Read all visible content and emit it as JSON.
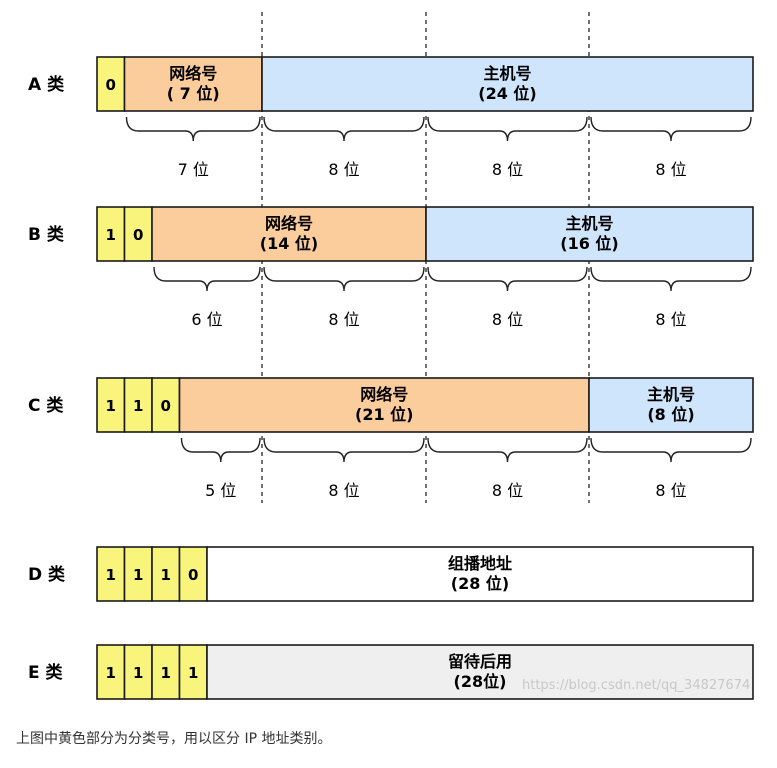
{
  "colors": {
    "class_bits": "#f9f57c",
    "network": "#fbcd9c",
    "host": "#cfe5fb",
    "multicast": "#ffffff",
    "reserved": "#efefef",
    "border": "#1a1a1a"
  },
  "classes": [
    {
      "label": "A 类",
      "bits": [
        "0"
      ],
      "segments": [
        {
          "kind": "network",
          "title": "网络号",
          "detail": "( 7 位)"
        },
        {
          "kind": "host",
          "title": "主机号",
          "detail": "(24 位)"
        }
      ],
      "braces": [
        "7 位",
        "8 位",
        "8 位",
        "8 位"
      ]
    },
    {
      "label": "B 类",
      "bits": [
        "1",
        "0"
      ],
      "segments": [
        {
          "kind": "network",
          "title": "网络号",
          "detail": "(14 位)"
        },
        {
          "kind": "host",
          "title": "主机号",
          "detail": "(16 位)"
        }
      ],
      "braces": [
        "6 位",
        "8 位",
        "8 位",
        "8 位"
      ]
    },
    {
      "label": "C 类",
      "bits": [
        "1",
        "1",
        "0"
      ],
      "segments": [
        {
          "kind": "network",
          "title": "网络号",
          "detail": "(21 位)"
        },
        {
          "kind": "host",
          "title": "主机号",
          "detail": "(8 位)"
        }
      ],
      "braces": [
        "5 位",
        "8 位",
        "8 位",
        "8 位"
      ]
    },
    {
      "label": "D 类",
      "bits": [
        "1",
        "1",
        "1",
        "0"
      ],
      "segments": [
        {
          "kind": "multicast",
          "title": "组播地址",
          "detail": "(28 位)"
        }
      ],
      "braces": []
    },
    {
      "label": "E 类",
      "bits": [
        "1",
        "1",
        "1",
        "1"
      ],
      "segments": [
        {
          "kind": "reserved",
          "title": "留待后用",
          "detail": "(28位)"
        }
      ],
      "braces": []
    }
  ],
  "watermark": "https://blog.csdn.net/qq_34827674",
  "caption": "上图中黄色部分为分类号，用以区分 IP 地址类别。"
}
